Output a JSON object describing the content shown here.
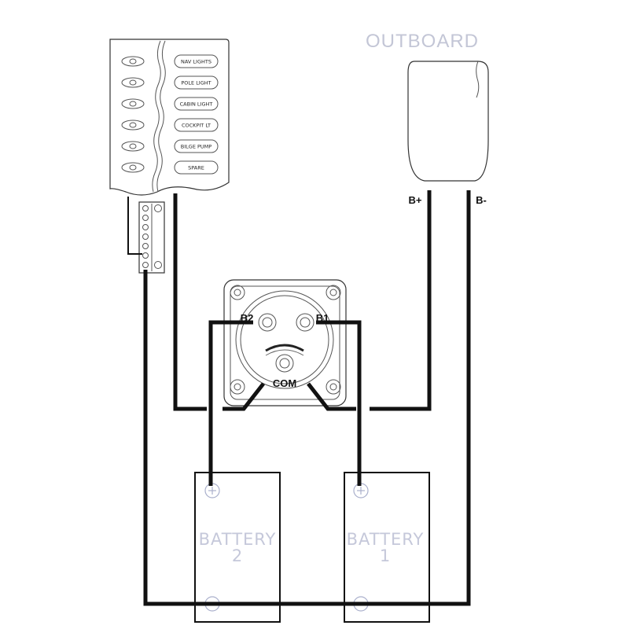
{
  "outboard": {
    "title": "OUTBOARD",
    "positive_label": "B+",
    "negative_label": "B-"
  },
  "switch_panel": {
    "switches": [
      {
        "label": "NAV LIGHTS"
      },
      {
        "label": "POLE LIGHT"
      },
      {
        "label": "CABIN LIGHT"
      },
      {
        "label": "COCKPIT LT"
      },
      {
        "label": "BILGE PUMP"
      },
      {
        "label": "SPARE"
      }
    ]
  },
  "battery_switch": {
    "b2_label": "B2",
    "b1_label": "B1",
    "common_label": "COM"
  },
  "batteries": [
    {
      "line1": "BATTERY",
      "line2": "2",
      "positive_symbol": "+",
      "negative_symbol": "−"
    },
    {
      "line1": "BATTERY",
      "line2": "1",
      "positive_symbol": "+",
      "negative_symbol": "−"
    }
  ],
  "colors": {
    "wire": "#111111",
    "faded_text": "#c3c6d6",
    "outline": "#333333"
  }
}
